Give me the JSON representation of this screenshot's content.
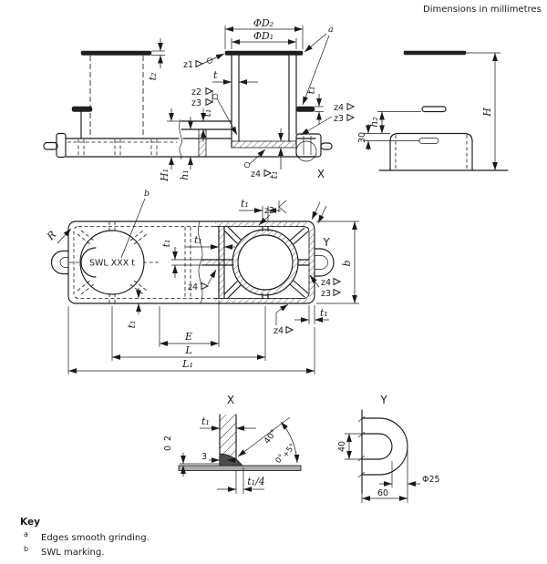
{
  "page": {
    "note_top_right": "Dimensions in millimetres"
  },
  "front_view": {
    "dia_d2": "ΦD₂",
    "dia_d1": "ΦD₁",
    "footnote_a": "a",
    "z1": "z1",
    "z2": "z2",
    "z3": "z3",
    "z4": "z4",
    "t": "t",
    "t1": "t₁",
    "t2": "t₂",
    "H1": "H₁",
    "h1": "h₁",
    "detail_x_ref": "X"
  },
  "side_view": {
    "H": "H",
    "h2": "h₂",
    "dim_30": "30"
  },
  "plan_view": {
    "footnote_b": "b",
    "swl_marking": "SWL XXX t",
    "R": "R",
    "z2": "z2",
    "z3": "z3",
    "z4": "z4",
    "t1": "t₁",
    "detail_y_ref": "Y",
    "b": "b",
    "E": "E",
    "L": "L",
    "L1": "L₁"
  },
  "detail_x": {
    "title": "X",
    "t1": "t₁",
    "dim_3": "3",
    "dim_2": "2",
    "dim_0": "0",
    "angle": "40°",
    "angle_tol_plus": "+5°",
    "angle_tol_zero": "0°",
    "t1_over_4": "t₁/4"
  },
  "detail_y": {
    "title": "Y",
    "dim_40": "40",
    "dim_60": "60",
    "dia_25": "Φ25"
  },
  "key": {
    "title": "Key",
    "items": [
      {
        "ref": "a",
        "text": "Edges smooth grinding."
      },
      {
        "ref": "b",
        "text": "SWL marking."
      }
    ]
  },
  "colors": {
    "line": "#1a1a1a",
    "background": "#ffffff"
  }
}
